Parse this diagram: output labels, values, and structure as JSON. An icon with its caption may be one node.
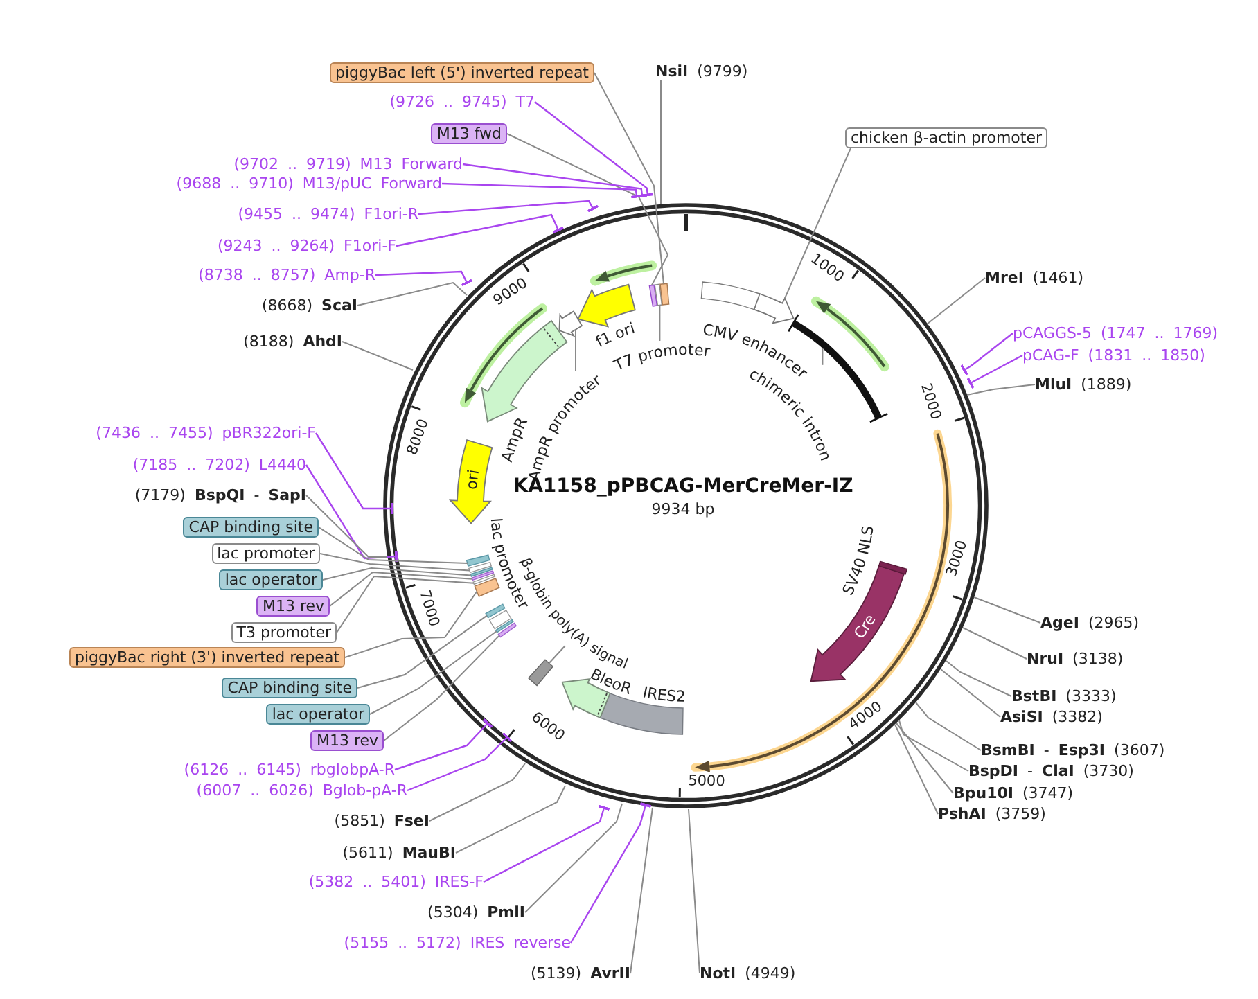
{
  "diagram": {
    "title": "KA1158_pPBCAG-MerCreMer-IZ",
    "nodes": [
      {
        "text": [
          "piggyBac left (5') inverted repeat"
        ]
      },
      {
        "text": [
          "**NsiI** (9799)"
        ]
      },
      {
        "text": [
          "(9726 .. 9745) T7"
        ]
      },
      {
        "text": [
          "M13 fwd"
        ]
      },
      {
        "text": [
          "(9702 .. 9719) M13 Forward"
        ]
      },
      {
        "text": [
          "(9688 .. 9710) M13/pUC Forward"
        ]
      },
      {
        "text": [
          "(9455 .. 9474) F1ori-R"
        ]
      },
      {
        "text": [
          "(9243 .. 9264) F1ori-F"
        ]
      },
      {
        "text": [
          "(8738 .. 8757) Amp-R"
        ]
      },
      {
        "text": [
          "(8668) **ScaI**"
        ]
      },
      {
        "text": [
          "(8188) **AhdI**"
        ]
      },
      {
        "text": [
          "(7436 .. 7455) pBR322ori-F"
        ]
      },
      {
        "text": [
          "(7185 .. 7202) L4440"
        ]
      },
      {
        "text": [
          "(7179) **BspQI** - **SapI**"
        ]
      },
      {
        "text": [
          "CAP binding site"
        ]
      },
      {
        "text": [
          "lac promoter"
        ]
      },
      {
        "text": [
          "lac operator"
        ]
      },
      {
        "text": [
          "M13 rev"
        ]
      },
      {
        "text": [
          "T3 promoter"
        ]
      },
      {
        "text": [
          "piggyBac right (3') inverted repeat"
        ]
      },
      {
        "text": [
          "CAP binding site"
        ]
      },
      {
        "text": [
          "lac operator"
        ]
      },
      {
        "text": [
          "M13 rev"
        ]
      },
      {
        "text": [
          "(6126 .. 6145) rbglobpA-R"
        ]
      },
      {
        "text": [
          "(6007 .. 6026) Bglob-pA-R"
        ]
      },
      {
        "text": [
          "(5851) **FseI**"
        ]
      },
      {
        "text": [
          "(5611) **MauBI**"
        ]
      },
      {
        "text": [
          "(5382 .. 5401) IRES-F"
        ]
      },
      {
        "text": [
          "(5304) **PmlI**"
        ]
      },
      {
        "text": [
          "(5155 .. 5172) IRES reverse"
        ]
      },
      {
        "text": [
          "(5139) **AvrII**"
        ]
      },
      {
        "text": [
          "**NotI** (4949)"
        ]
      },
      {
        "text": [
          "chicken β-actin promoter"
        ]
      },
      {
        "text": [
          "**MreI** (1461)"
        ]
      },
      {
        "text": [
          "pCAGGS-5 (1747 .. 1769)"
        ]
      },
      {
        "text": [
          "pCAG-F (1831 .. 1850)"
        ]
      },
      {
        "text": [
          "**MluI** (1889)"
        ]
      },
      {
        "text": [
          "**AgeI** (2965)"
        ]
      },
      {
        "text": [
          "**NruI** (3138)"
        ]
      },
      {
        "text": [
          "**BstBI** (3333)"
        ]
      },
      {
        "text": [
          "**AsiSI** (3382)"
        ]
      },
      {
        "text": [
          "**BsmBI** - **Esp3I** (3607)"
        ]
      },
      {
        "text": [
          "**BspDI** - **ClaI** (3730)"
        ]
      },
      {
        "text": [
          "**Bpu10I** (3747)"
        ]
      },
      {
        "text": [
          "**PshAI** (3759)"
        ]
      },
      {
        "text": [
          "T7 promoter"
        ]
      },
      {
        "text": [
          "chimeric intron"
        ]
      },
      {
        "text": [
          "AmpR promoter"
        ]
      },
      {
        "text": [
          "ori"
        ]
      },
      {
        "text": [
          "β-globin poly(A) signal"
        ]
      },
      {
        "text": [
          "Cre"
        ]
      },
      {
        "text": [],
        "shape": "bar"
      },
      {
        "text": [],
        "shape": "bar"
      },
      {
        "text": [],
        "shape": "bar"
      },
      {
        "text": [],
        "shape": "arrow"
      },
      {
        "text": [],
        "shape": "bar"
      },
      {
        "text": [],
        "shape": "arrow"
      },
      {
        "text": [],
        "shape": "bar"
      },
      {
        "text": [],
        "shape": "bar"
      },
      {
        "text": [],
        "shape": "bar"
      },
      {
        "text": [],
        "shape": "bar"
      },
      {
        "text": [],
        "shape": "bar"
      },
      {
        "text": [],
        "shape": "bar"
      },
      {
        "text": [],
        "shape": "bar"
      },
      {
        "text": [],
        "shape": "bar"
      },
      {
        "text": [],
        "shape": "bar"
      },
      {
        "text": [],
        "shape": "bar"
      },
      {
        "text": [],
        "shape": "bar"
      },
      {
        "text": [],
        "shape": "bar"
      },
      {
        "text": [],
        "shape": "bar"
      },
      {
        "text": [],
        "shape": "arrow"
      },
      {
        "text": [],
        "shape": "bar"
      },
      {
        "text": [],
        "shape": "arrow"
      },
      {
        "text": [],
        "shape": "arrow"
      }
    ],
    "edges": [
      {
        "from": 0,
        "to": 53,
        "arrow": "none"
      },
      {
        "from": 1,
        "to": null,
        "arrow": "none"
      },
      {
        "from": 2,
        "to": null,
        "arrow": "other",
        "color": "#a945ef"
      },
      {
        "from": 3,
        "to": 51,
        "arrow": "none"
      },
      {
        "from": 4,
        "to": null,
        "arrow": "other",
        "color": "#a945ef"
      },
      {
        "from": 5,
        "to": null,
        "arrow": "other",
        "color": "#a945ef"
      },
      {
        "from": 6,
        "to": null,
        "arrow": "other",
        "color": "#a945ef"
      },
      {
        "from": 7,
        "to": null,
        "arrow": "other",
        "color": "#a945ef"
      },
      {
        "from": 8,
        "to": null,
        "arrow": "other",
        "color": "#a945ef"
      },
      {
        "from": 9,
        "to": null,
        "arrow": "none"
      },
      {
        "from": 10,
        "to": null,
        "arrow": "none"
      },
      {
        "from": 11,
        "to": null,
        "arrow": "other",
        "color": "#a945ef"
      },
      {
        "from": 12,
        "to": null,
        "arrow": "other",
        "color": "#a945ef"
      },
      {
        "from": 13,
        "to": null,
        "arrow": "none"
      },
      {
        "from": 14,
        "to": 57,
        "arrow": "none"
      },
      {
        "from": 15,
        "to": 58,
        "arrow": "none"
      },
      {
        "from": 16,
        "to": 59,
        "arrow": "none"
      },
      {
        "from": 17,
        "to": 60,
        "arrow": "none"
      },
      {
        "from": 18,
        "to": 61,
        "arrow": "none"
      },
      {
        "from": 19,
        "to": 62,
        "arrow": "none"
      },
      {
        "from": 20,
        "to": 63,
        "arrow": "none"
      },
      {
        "from": 21,
        "to": 64,
        "arrow": "none"
      },
      {
        "from": 22,
        "to": 65,
        "arrow": "none"
      },
      {
        "from": 23,
        "to": null,
        "arrow": "other",
        "color": "#a945ef"
      },
      {
        "from": 24,
        "to": null,
        "arrow": "other",
        "color": "#a945ef"
      },
      {
        "from": 25,
        "to": null,
        "arrow": "none"
      },
      {
        "from": 26,
        "to": null,
        "arrow": "none"
      },
      {
        "from": 27,
        "to": null,
        "arrow": "other",
        "color": "#a945ef"
      },
      {
        "from": 28,
        "to": null,
        "arrow": "none"
      },
      {
        "from": 29,
        "to": null,
        "arrow": "other",
        "color": "#a945ef"
      },
      {
        "from": 30,
        "to": null,
        "arrow": "none"
      },
      {
        "from": 31,
        "to": null,
        "arrow": "none"
      },
      {
        "from": 32,
        "to": 54,
        "arrow": "none"
      },
      {
        "from": 33,
        "to": null,
        "arrow": "none"
      },
      {
        "from": 34,
        "to": null,
        "arrow": "other",
        "color": "#a945ef"
      },
      {
        "from": 35,
        "to": null,
        "arrow": "other",
        "color": "#a945ef"
      },
      {
        "from": 36,
        "to": null,
        "arrow": "none"
      },
      {
        "from": 37,
        "to": null,
        "arrow": "none"
      },
      {
        "from": 38,
        "to": null,
        "arrow": "none"
      },
      {
        "from": 39,
        "to": null,
        "arrow": "none"
      },
      {
        "from": 40,
        "to": null,
        "arrow": "none"
      },
      {
        "from": 41,
        "to": null,
        "arrow": "none"
      },
      {
        "from": 42,
        "to": null,
        "arrow": "none"
      },
      {
        "from": 43,
        "to": null,
        "arrow": "none"
      },
      {
        "from": 44,
        "to": null,
        "arrow": "none"
      },
      {
        "from": 45,
        "to": 52,
        "arrow": "none"
      },
      {
        "from": 46,
        "to": 55,
        "arrow": "none"
      },
      {
        "from": 47,
        "to": 56,
        "arrow": "none"
      },
      {
        "from": 49,
        "to": 66,
        "arrow": "none"
      }
    ],
    "labels": [
      "9934 bp",
      "1000",
      "2000",
      "3000",
      "4000",
      "5000",
      "6000",
      "7000",
      "8000",
      "9000",
      "CMV enhancer",
      "SV40 NLS",
      "IRES2",
      "BleoR",
      "lac promoter",
      "AmpR",
      "f1 ori"
    ]
  }
}
